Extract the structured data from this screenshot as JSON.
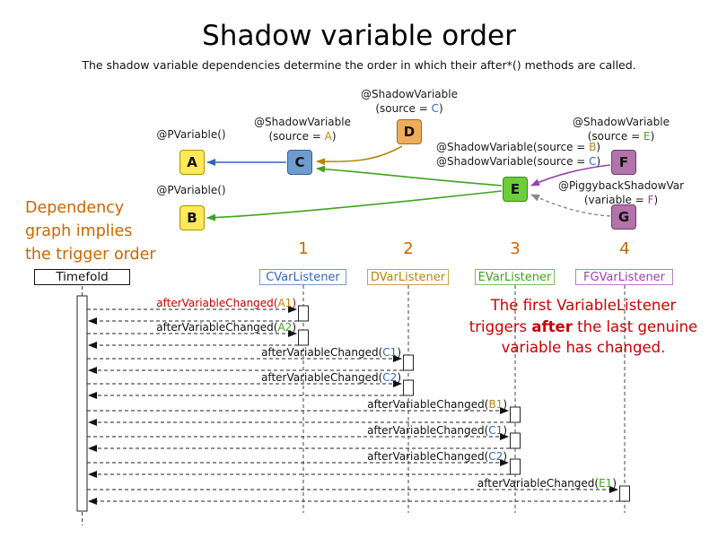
{
  "title": "Shadow variable order",
  "subtitle": "The shadow variable dependencies determine the order in which their after*() methods are called.",
  "colors": {
    "orange_note": "#CC6600",
    "red_note": "#CC0000",
    "var_a_b_gold": "#B8860B",
    "var_c_blue": "#3366BB",
    "var_e_green": "#3FA31E",
    "var_f_purple": "#9944AA",
    "node_yellow": "#FFE85A",
    "node_blue": "#6E9CCF",
    "node_orange": "#EFAD5C",
    "node_green": "#6CCE3A",
    "node_purple": "#B273AA"
  },
  "graph": {
    "nodes": {
      "a": "A",
      "b": "B",
      "c": "C",
      "d": "D",
      "e": "E",
      "f": "F",
      "g": "G"
    },
    "annotations": {
      "a": {
        "line1": "@PVariable()"
      },
      "b": {
        "line1": "@PVariable()"
      },
      "c": {
        "line1": "@ShadowVariable",
        "pre": "(source = ",
        "ref": "A",
        "post": ")"
      },
      "d": {
        "line1": "@ShadowVariable",
        "pre": "(source = ",
        "ref": "C",
        "post": ")"
      },
      "f": {
        "line1": "@ShadowVariable",
        "pre": "(source = ",
        "ref": "E",
        "post": ")"
      },
      "g": {
        "line1": "@PiggybackShadowVar",
        "pre": "(variable = ",
        "ref": "F",
        "post": ")"
      },
      "e1": {
        "pre": "@ShadowVariable(source = ",
        "ref": "B",
        "post": ")"
      },
      "e2": {
        "pre": "@ShadowVariable(source = ",
        "ref": "C",
        "post": ")"
      }
    }
  },
  "left_note": {
    "line1": "Dependency",
    "line2": "graph implies",
    "line3": "the trigger order"
  },
  "order_numbers": {
    "n1": "1",
    "n2": "2",
    "n3": "3",
    "n4": "4"
  },
  "sequence": {
    "lifelines": {
      "timefold": "Timefold",
      "c": "CVarListener",
      "d": "DVarListener",
      "e": "EVarListener",
      "fg": "FGVarListener"
    },
    "messages": [
      {
        "pre": "afterVariableChanged(",
        "arg": "A1",
        "post": ")"
      },
      {
        "pre": "afterVariableChanged(",
        "arg": "A2",
        "post": ")"
      },
      {
        "pre": "afterVariableChanged(",
        "arg": "C1",
        "post": ")"
      },
      {
        "pre": "afterVariableChanged(",
        "arg": "C2",
        "post": ")"
      },
      {
        "pre": "afterVariableChanged(",
        "arg": "B1",
        "post": ")"
      },
      {
        "pre": "afterVariableChanged(",
        "arg": "C1",
        "post": ")"
      },
      {
        "pre": "afterVariableChanged(",
        "arg": "C2",
        "post": ")"
      },
      {
        "pre": "afterVariableChanged(",
        "arg": "E1",
        "post": ")"
      }
    ]
  },
  "right_note": {
    "line1": "The first VariableListener",
    "line2_pre": "triggers ",
    "line2_bold": "after",
    "line2_post": " the last genuine",
    "line3": "variable has changed."
  }
}
